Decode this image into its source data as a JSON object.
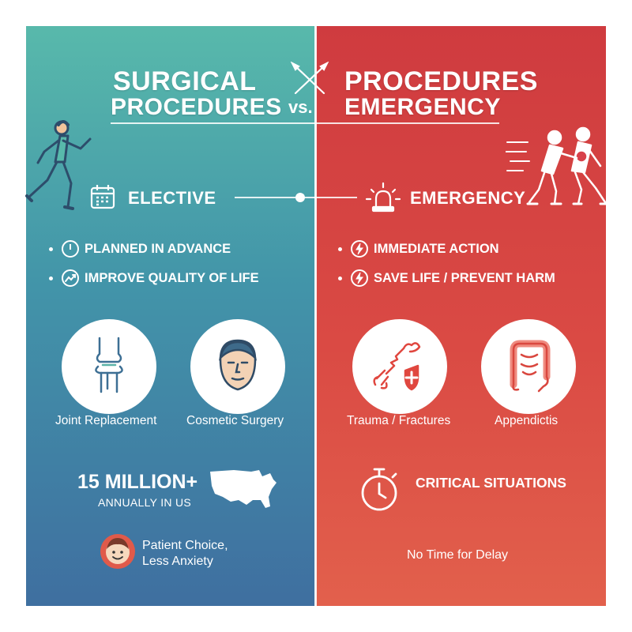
{
  "header": {
    "left_line1": "SURGICAL",
    "left_line2": "PROCEDURES",
    "vs": "vs.",
    "right_line1": "PROCEDURES",
    "right_line2": "EMERGENCY"
  },
  "elective": {
    "title": "ELECTIVE",
    "bullets": [
      {
        "icon": "clock-icon",
        "text": "PLANNED IN ADVANCE"
      },
      {
        "icon": "trend-up-icon",
        "text": "IMPROVE QUALITY OF LIFE"
      }
    ],
    "examples": [
      {
        "icon": "knee-joint-icon",
        "label": "Joint Replacement"
      },
      {
        "icon": "face-icon",
        "label": "Cosmetic Surgery"
      }
    ],
    "stat_number": "15 MILLION+",
    "stat_label": "ANNUALLY IN US",
    "patient_line1": "Patient Choice,",
    "patient_line2": "Less Anxiety"
  },
  "emergency": {
    "title": "EMERGENCY",
    "bullets": [
      {
        "icon": "lightning-icon",
        "text": "IMMEDIATE ACTION"
      },
      {
        "icon": "lightning-icon",
        "text": "SAVE LIFE / PREVENT HARM"
      }
    ],
    "examples": [
      {
        "icon": "broken-bone-icon",
        "label": "Trauma / Fractures"
      },
      {
        "icon": "intestine-icon",
        "label": "Appendictis"
      }
    ],
    "critical_title": "CRITICAL SITUATIONS",
    "no_delay": "No Time for Delay"
  },
  "colors": {
    "elective_top": "#58b9ab",
    "elective_bottom": "#3f6fa0",
    "emergency_top": "#cf3b3f",
    "emergency_bottom": "#e2604c"
  }
}
